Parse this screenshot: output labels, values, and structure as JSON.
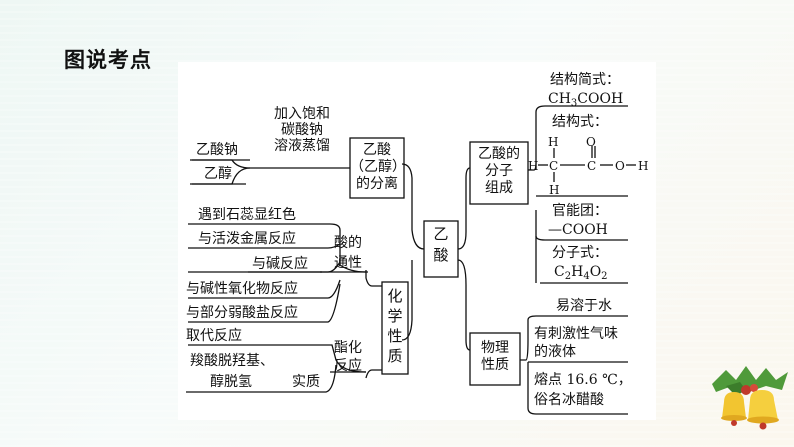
{
  "title": "图说考点",
  "center": {
    "line1": "乙",
    "line2": "酸"
  },
  "left": {
    "separation": {
      "box": {
        "line1": "乙酸",
        "line2": "（乙醇）",
        "line3": "的分离"
      },
      "method": {
        "line1": "加入饱和",
        "line2": "碳酸钠",
        "line3": "溶液蒸馏"
      },
      "products": [
        "乙酸钠",
        "乙醇"
      ]
    },
    "chemical": {
      "box": {
        "line1": "化",
        "line2": "学",
        "line3": "性",
        "line4": "质"
      },
      "acidity": {
        "label1": "酸的",
        "label2": "通性",
        "items": [
          "遇到石蕊显红色",
          "与活泼金属反应",
          "与碱反应",
          "与碱性氧化物反应",
          "与部分弱酸盐反应"
        ]
      },
      "esterification": {
        "label1": "酯化",
        "label2": "反应",
        "items": [
          "取代反应"
        ],
        "essence": {
          "line1": "羧酸脱羟基、",
          "line2": "醇脱氢",
          "tag": "实质"
        }
      }
    }
  },
  "right": {
    "composition": {
      "box": {
        "line1": "乙酸的",
        "line2": "分子",
        "line3": "组成"
      },
      "simplified": {
        "label": "结构简式：",
        "value_pre": "CH",
        "value_sub": "3",
        "value_post": "COOH"
      },
      "structural": {
        "label": "结构式：",
        "atoms": [
          "H",
          "H",
          "C",
          "C",
          "O",
          "H",
          "H",
          "O"
        ]
      },
      "functional": {
        "label": "官能团：",
        "value": "—COOH"
      },
      "molecular": {
        "label": "分子式：",
        "parts": [
          "C",
          "2",
          "H",
          "4",
          "O",
          "2"
        ]
      }
    },
    "physical": {
      "box": {
        "line1": "物理",
        "line2": "性质"
      },
      "items": [
        "易溶于水",
        "有刺激性气味",
        "的液体",
        "熔点 16.6 ℃，",
        "俗名冰醋酸"
      ]
    }
  }
}
